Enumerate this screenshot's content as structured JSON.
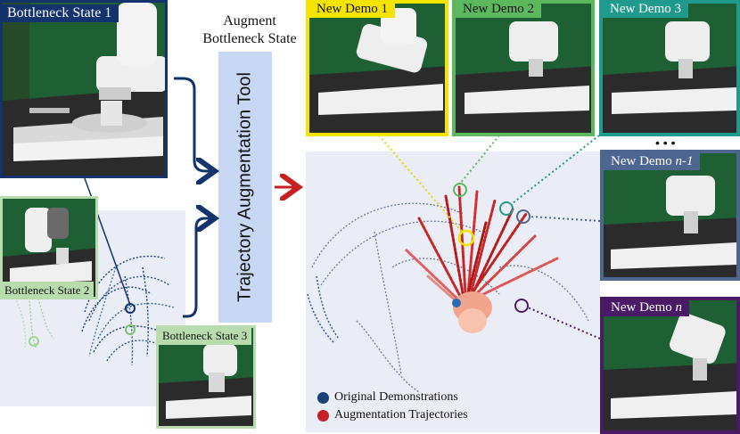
{
  "colors": {
    "bottleneck1": "#12336b",
    "bottleneck2": "#b8dcae",
    "bottleneck3": "#b8dcae",
    "demo1": "#f5e400",
    "demo2": "#5cb85c",
    "demo3": "#1f9a8c",
    "demo_n_minus_1": "#4d6690",
    "demo_n": "#4a1a66",
    "tool_box": "#c8d8f4",
    "arrow_blue": "#12336b",
    "arrow_red": "#c62020",
    "original_dot": "#1a3f7a",
    "augment_dot": "#c42026"
  },
  "labels": {
    "bottleneck1": "Bottleneck State 1",
    "bottleneck2": "Bottleneck State 2",
    "bottleneck3": "Bottleneck State 3",
    "augment_title_line1": "Augment",
    "augment_title_line2": "Bottleneck State",
    "tool": "Trajectory Augmentation Tool",
    "demo1": "New Demo 1",
    "demo2": "New Demo 2",
    "demo3": "New Demo 3",
    "demo_n_minus_1_prefix": "New Demo ",
    "demo_n_minus_1_var": "n-1",
    "demo_n_prefix": "New Demo ",
    "demo_n_var": "n",
    "ellipsis": "• • •"
  },
  "legend": {
    "original": "Original Demonstrations",
    "augmentation": "Augmentation Trajectories"
  },
  "icons": {
    "robot_scene": "robot-arm-scene-icon",
    "arrow": "arrow-icon",
    "circle_marker": "circle-marker-icon"
  }
}
